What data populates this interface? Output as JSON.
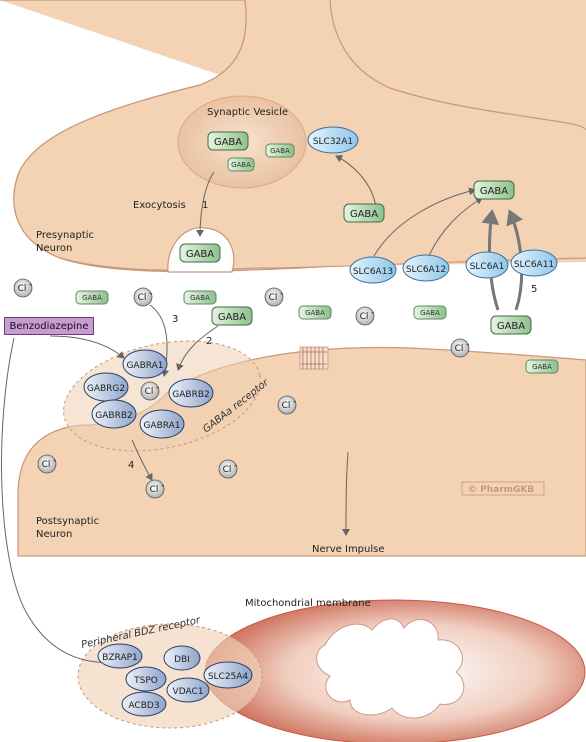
{
  "colors": {
    "neuron_fill": "#f3d3b3",
    "neuron_stroke": "#c9977a",
    "gaba_green": "#8dc08c",
    "transporter_blue": "#a9d4ee",
    "receptor_subunit": "#aab9d6",
    "benzodiazepine_purple": "#c89bd2",
    "mito_red": "#c55a44"
  },
  "labels": {
    "synaptic_vesicle": "Synaptic Vesicle",
    "exocytosis": "Exocytosis",
    "presynaptic": [
      "Presynaptic",
      "Neuron"
    ],
    "postsynaptic": [
      "Postsynaptic",
      "Neuron"
    ],
    "gabaa_receptor": "GABAa receptor",
    "nerve_impulse": "Nerve Impulse",
    "mitochondrial_membrane": "Mitochondrial membrane",
    "peripheral_bdz": "Peripheral BDZ receptor",
    "watermark": "© PharmGKB",
    "benzodiazepine": "Benzodiazepine"
  },
  "gaba": {
    "text": "GABA",
    "vesicle": [
      "GABA",
      "GABA",
      "GABA"
    ],
    "exocytosis_pocket": "GABA",
    "presynaptic_cytosol": "GABA",
    "reuptake_target": "GABA",
    "cleft": [
      "GABA",
      "GABA",
      "GABA",
      "GABA",
      "GABA",
      "GABA"
    ],
    "released": "GABA"
  },
  "transporters": {
    "vesicular": "SLC32A1",
    "membrane": [
      "SLC6A13",
      "SLC6A12",
      "SLC6A1",
      "SLC6A11"
    ]
  },
  "receptor_subunits": [
    "GABRA1",
    "GABRG2",
    "GABRB2",
    "GABRB2",
    "GABRA1"
  ],
  "peripheral_proteins": [
    "BZRAP1",
    "DBI",
    "TSPO",
    "SLC25A4",
    "VDAC1",
    "ACBD3"
  ],
  "ion": {
    "symbol": "Cl",
    "charge": "-"
  },
  "steps": [
    "1",
    "2",
    "3",
    "4",
    "5"
  ]
}
